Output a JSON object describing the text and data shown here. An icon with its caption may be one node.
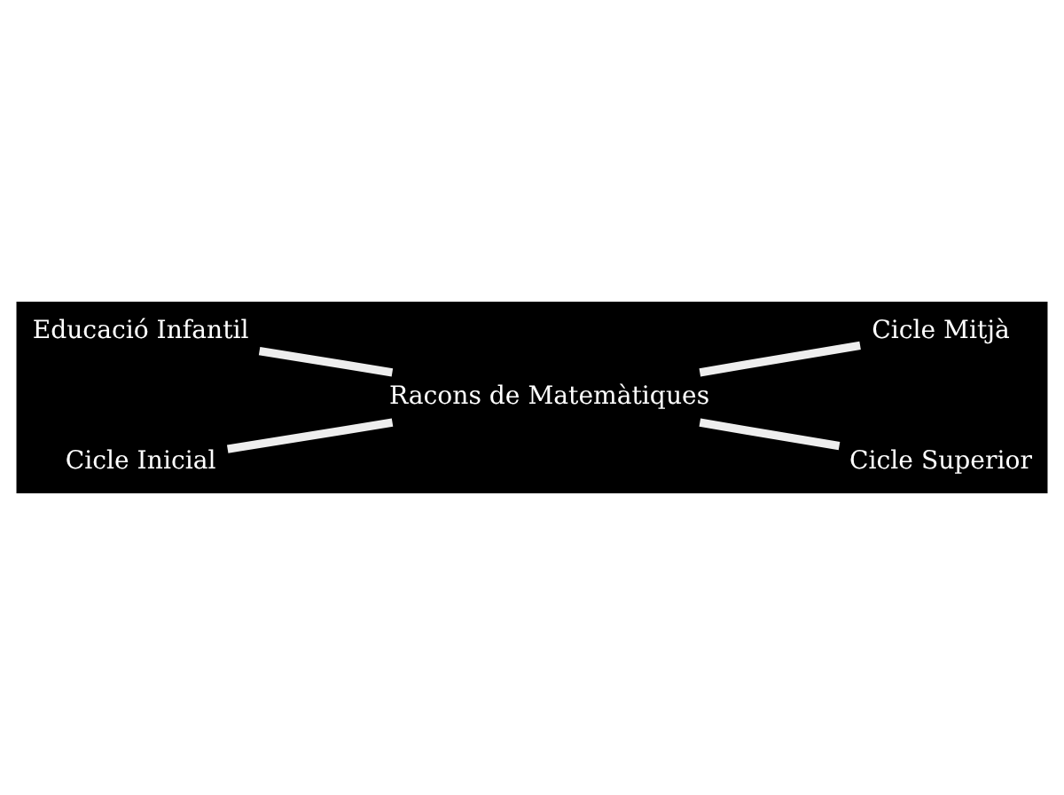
{
  "diagram": {
    "nodes": [
      {
        "text": [
          "Educació Infantil"
        ]
      },
      {
        "text": [
          "Cicle Inicial"
        ]
      },
      {
        "text": [
          "Racons de Matemàtiques"
        ]
      },
      {
        "text": [
          "Cicle Mitjà"
        ]
      },
      {
        "text": [
          "Cicle Superior"
        ]
      }
    ],
    "edges": [
      {
        "from": 0,
        "to": 2,
        "arrow": "none"
      },
      {
        "from": 1,
        "to": 2,
        "arrow": "none"
      },
      {
        "from": 2,
        "to": 3,
        "arrow": "none"
      },
      {
        "from": 2,
        "to": 4,
        "arrow": "none"
      }
    ]
  }
}
